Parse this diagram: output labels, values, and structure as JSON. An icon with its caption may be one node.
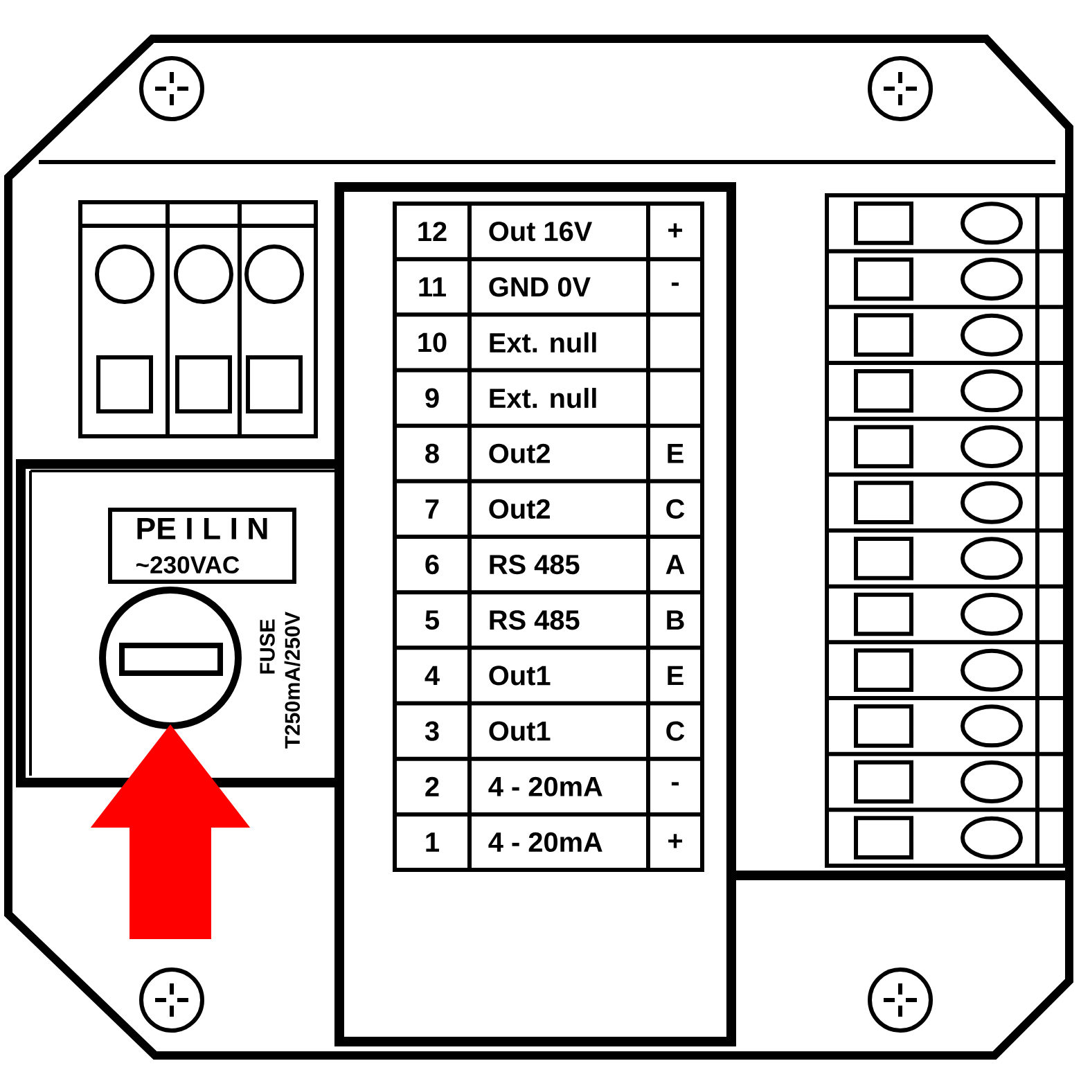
{
  "diagram": {
    "nodes": [
      {
        "text": [
          "PE I L I N",
          "~230VAC"
        ]
      },
      {
        "text": [],
        "shape": "circle",
        "beside": [
          "FUSE",
          "T250mA/250V"
        ]
      }
    ],
    "edges": [
      {
        "from": null,
        "to": 1,
        "arrow": "to"
      }
    ],
    "labels": [
      "12",
      "Out 16V",
      "+",
      "11",
      "GND 0V",
      "-",
      "10",
      "Ext. null",
      "9",
      "Ext. null",
      "8",
      "Out2",
      "E",
      "7",
      "Out2",
      "C",
      "6",
      "RS 485",
      "A",
      "5",
      "RS 485",
      "B",
      "4",
      "Out1",
      "E",
      "3",
      "Out1",
      "C",
      "2",
      "4 - 20mA",
      "-",
      "1",
      "4 - 20mA",
      "+"
    ]
  }
}
